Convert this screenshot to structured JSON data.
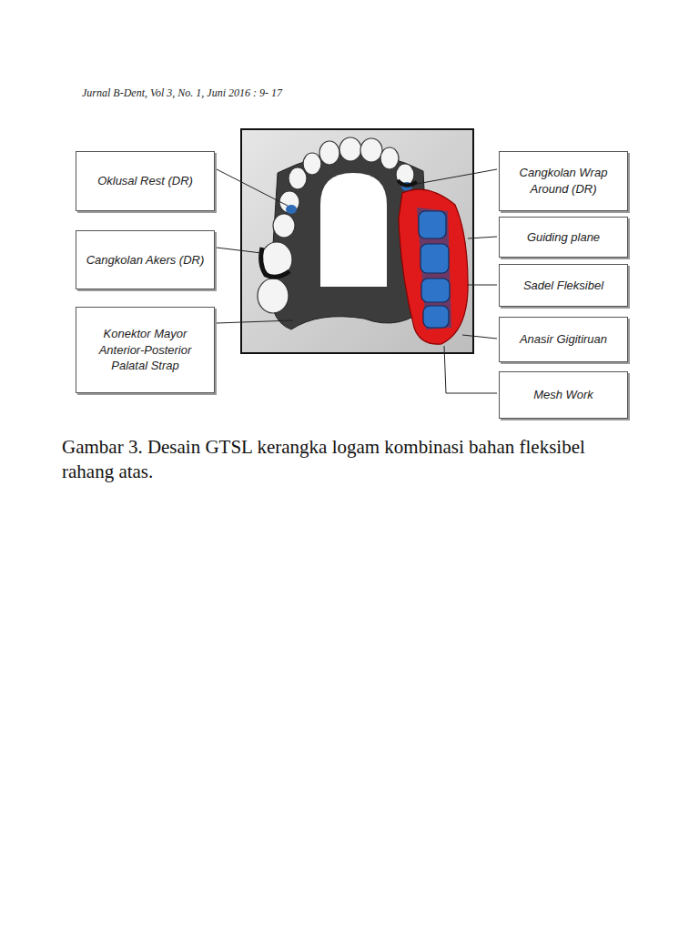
{
  "diagram": {
    "caption": "Gambar 3. Desain GTSL kerangka logam kombinasi bahan fleksibel rahang atas.",
    "nodes": [
      {
        "text": [
          "Oklusal Rest (DR)"
        ]
      },
      {
        "text": [
          "Cangkolan Wrap Around (DR)"
        ]
      },
      {
        "text": [
          "Guiding plane"
        ]
      },
      {
        "text": [
          "Cangkolan Akers (DR)"
        ]
      },
      {
        "text": [
          "Sadel Fleksibel"
        ]
      },
      {
        "text": [
          "Konektor Mayor Anterior-Posterior Palatal Strap"
        ]
      },
      {
        "text": [
          "Anasir Gigitiruan"
        ]
      },
      {
        "text": [
          "Mesh Work"
        ]
      }
    ],
    "labels": [
      "Jurnal B-Dent, Vol 3, No. 1, Juni 2016 : 9- 17"
    ]
  }
}
